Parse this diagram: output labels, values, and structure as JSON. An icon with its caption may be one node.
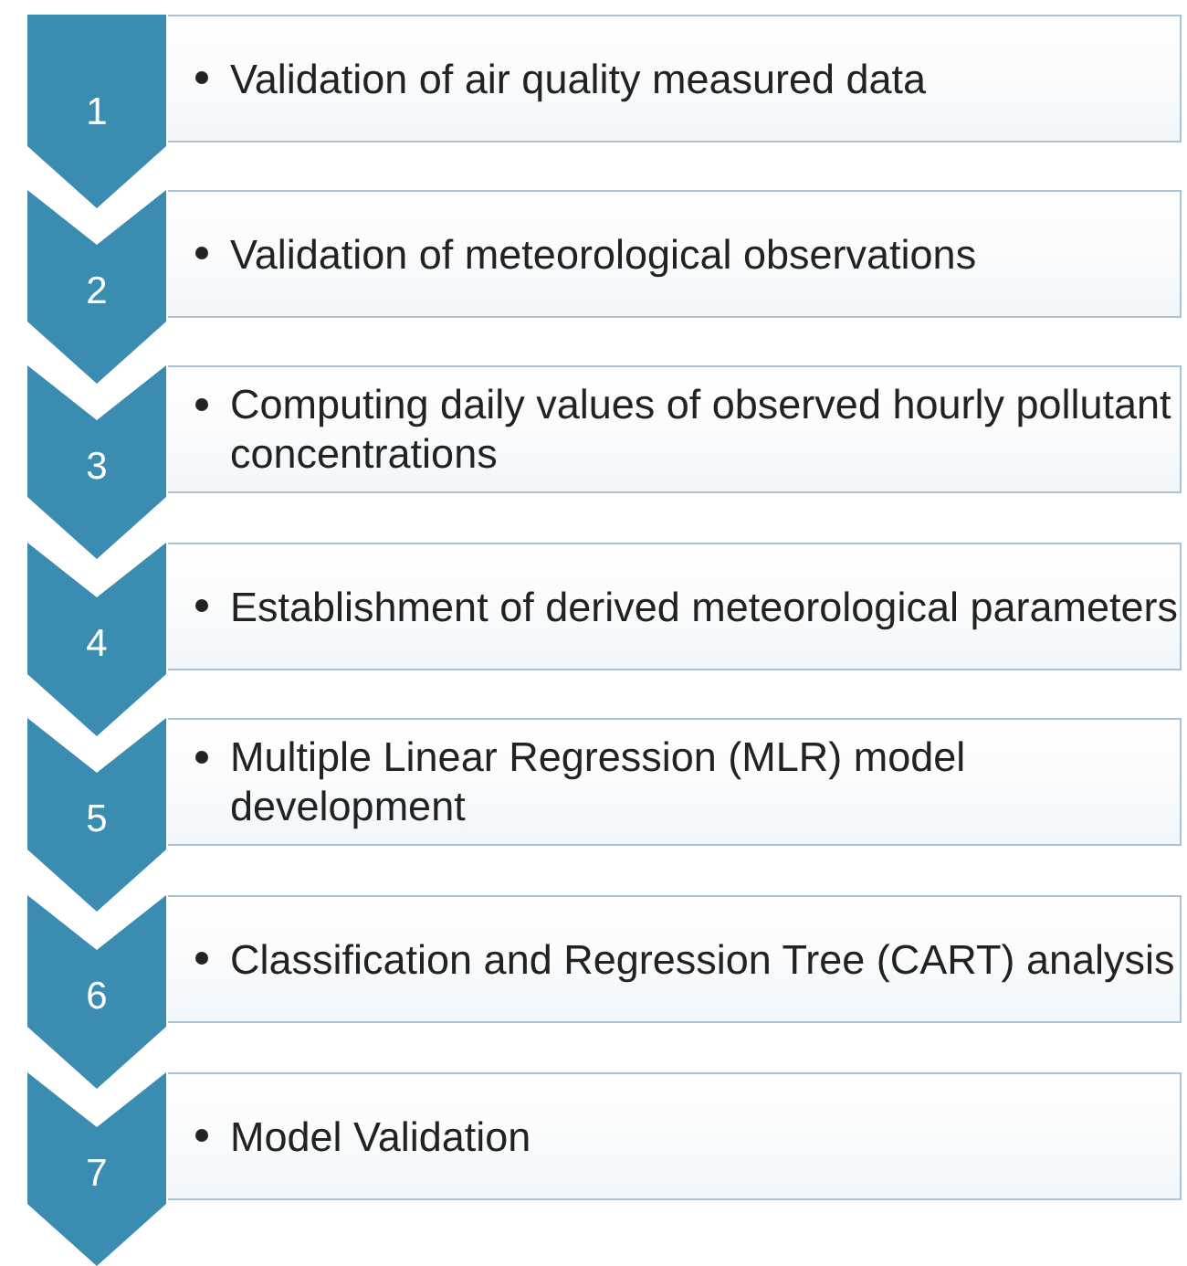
{
  "diagram": {
    "nodes": [
      {
        "text": [
          "1"
        ]
      },
      {
        "text": [
          "Validation of air quality measured data"
        ]
      },
      {
        "text": [
          "2"
        ]
      },
      {
        "text": [
          "Validation of meteorological observations"
        ]
      },
      {
        "text": [
          "3"
        ]
      },
      {
        "text": [
          "Computing daily values of observed hourly pollutant concentrations"
        ]
      },
      {
        "text": [
          "4"
        ]
      },
      {
        "text": [
          "Establishment of derived meteorological parameters"
        ]
      },
      {
        "text": [
          "5"
        ]
      },
      {
        "text": [
          "Multiple Linear Regression (MLR) model development"
        ]
      },
      {
        "text": [
          "6"
        ]
      },
      {
        "text": [
          "Classification and Regression Tree (CART) analysis"
        ]
      },
      {
        "text": [
          "7"
        ]
      },
      {
        "text": [
          "Model Validation"
        ]
      }
    ]
  }
}
